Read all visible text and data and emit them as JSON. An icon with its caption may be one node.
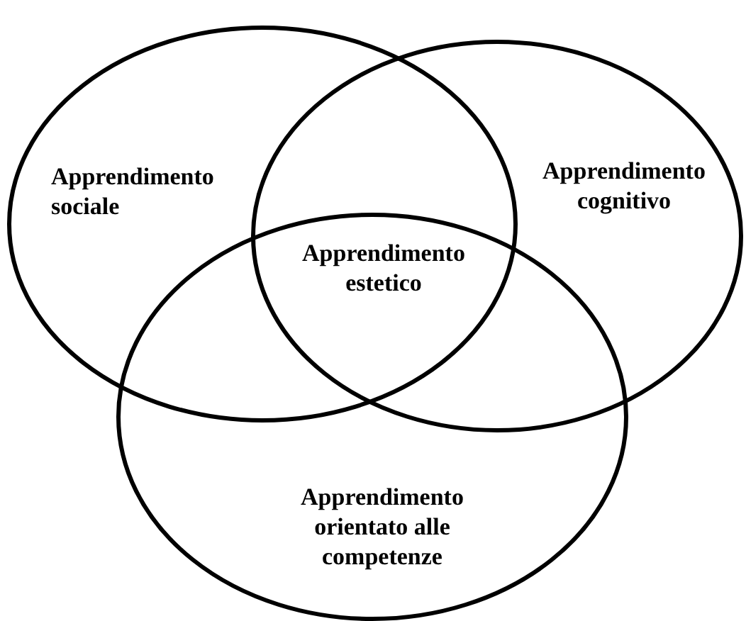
{
  "diagram": {
    "nodes": [
      {
        "text": [
          "Apprendimento sociale"
        ]
      },
      {
        "text": [
          "Apprendimento cognitivo"
        ]
      },
      {
        "text": [
          "Apprendimento orientato alle competenze"
        ]
      }
    ],
    "edges": [],
    "labels": [
      "Apprendimento estetico"
    ]
  }
}
